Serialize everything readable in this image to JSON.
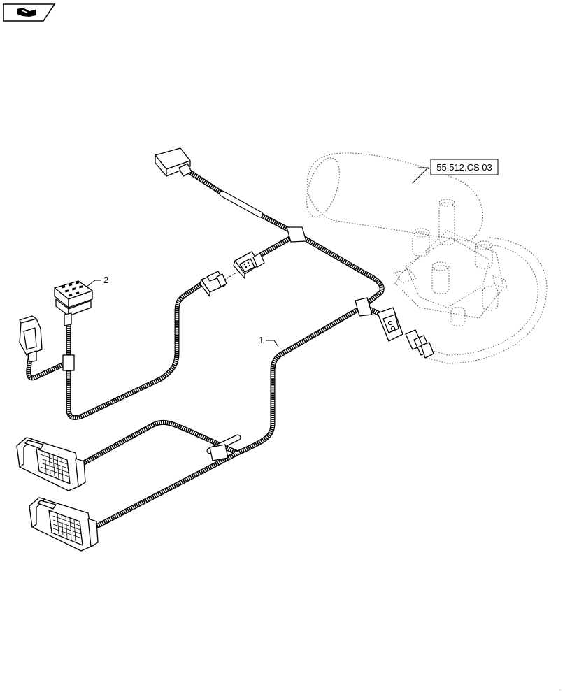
{
  "diagram": {
    "nav_icon": "view-symbol-icon",
    "callouts": [
      {
        "id": "callout-1",
        "label": "1"
      },
      {
        "id": "callout-2",
        "label": "2"
      }
    ],
    "reference_box": {
      "label": "55.512.CS 03"
    }
  }
}
